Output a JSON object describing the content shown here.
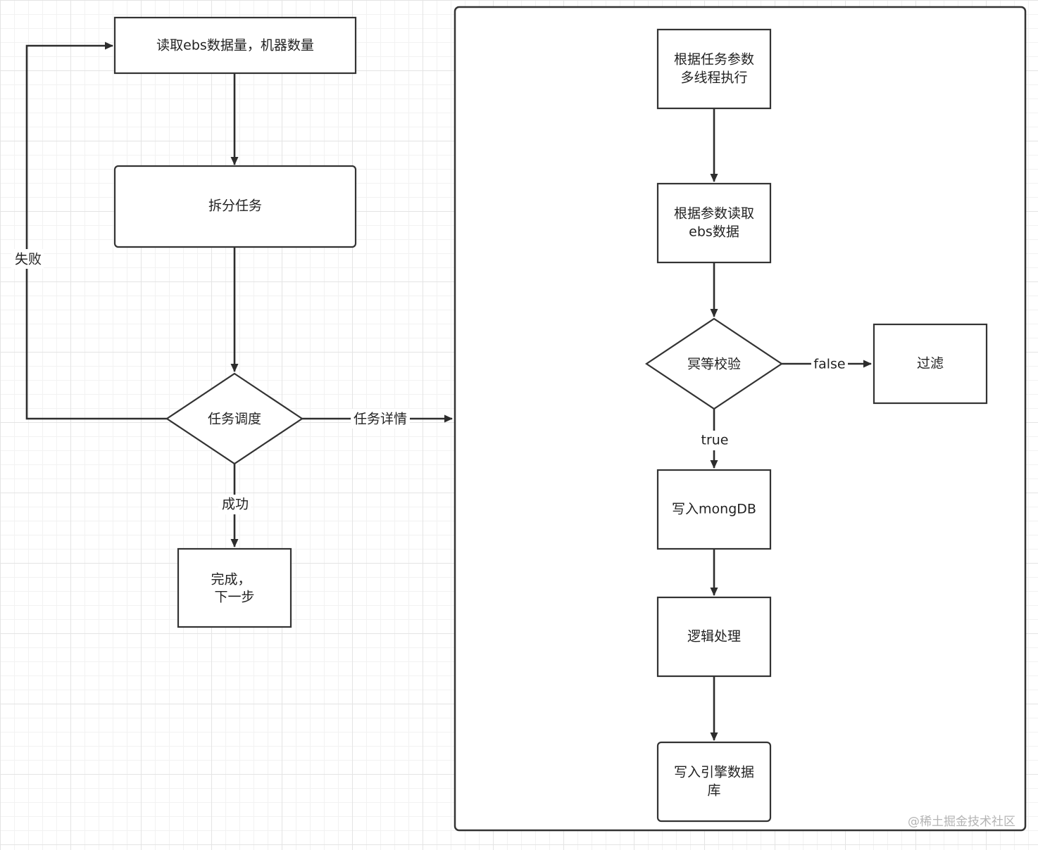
{
  "nodes": {
    "read_counts": "读取ebs数据量，机器数量",
    "split_task": "拆分任务",
    "schedule": "任务调度",
    "done": [
      "完成，",
      "下一步"
    ],
    "exec": [
      "根据任务参数",
      "多线程执行"
    ],
    "read_ebs": [
      "根据参数读取",
      "ebs数据"
    ],
    "idempotent_check": "冥等校验",
    "filter": "过滤",
    "write_mongo": "写入mongDB",
    "logic": "逻辑处理",
    "write_engine": [
      "写入引擎数据",
      "库"
    ]
  },
  "edges": {
    "fail": "失败",
    "success": "成功",
    "task_detail": "任务详情",
    "false": "false",
    "true": "true"
  },
  "watermark": "@稀土掘金技术社区"
}
